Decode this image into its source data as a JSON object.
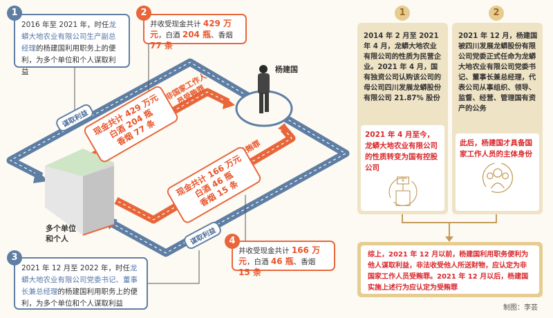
{
  "left": {
    "box1": {
      "num": "1",
      "pre": "2016 年至 2021 年，时任",
      "role": "龙蟒大地农业有限公司生产副总经理",
      "post": "的杨建国利用职务上的便利，为多个单位和个人谋取利益"
    },
    "box2": {
      "num": "2",
      "t1": "并收受现金共计 ",
      "v1": "429 万元",
      "t2": "，白酒 ",
      "v2": "204 瓶",
      "t3": "、香烟 ",
      "v4": "77 条"
    },
    "box3": {
      "num": "3",
      "pre": "2021 年 12 月至 2022 年，时任",
      "role": "龙蟒大地农业有限公司党委书记、董事长兼总经理",
      "post": "的杨建国利用职务上的便利，为多个单位和个人谋取利益"
    },
    "box4": {
      "num": "4",
      "t1": "并收受现金共计 ",
      "v1": "166 万元",
      "t2": "，白酒 ",
      "v2": "46 瓶",
      "t3": "、香烟 ",
      "v4": "15 条"
    },
    "person": "杨建国",
    "building": "多个单位和个人",
    "tag": "谋取利益",
    "crime1": "非国家工作人员受贿罪",
    "crime2": "受贿罪",
    "road1": [
      "现金共计 429 万元",
      "白酒 204 瓶",
      "香烟 77 条"
    ],
    "road2": [
      "现金共计 166 万元",
      "白酒 46 瓶",
      "香烟 15 条"
    ]
  },
  "right": {
    "col1": {
      "num": "1",
      "text": "2014 年 2 月至 2021 年 4 月，龙蟒大地农业有限公司的性质为民营企业。2021 年 4 月，国有独资公司认购该公司的母公司四川发展龙蟒股份有限公司 21.87% 股份",
      "result": "2021 年 4 月至今，龙蟒大地农业有限公司的性质转变为国有控股公司",
      "icon": "¥"
    },
    "col2": {
      "num": "2",
      "text": "2021 年 12 月，杨建国被四川发展龙蟒股份有限公司党委正式任命为龙蟒大地农业有限公司党委书记、董事长兼总经理，代表公司从事组织、领导、监督、经营、管理国有资产的公务",
      "result": "此后，杨建国才具备国家工作人员的主体身份"
    },
    "summary": "综上，2021 年 12 月以前，杨建国利用职务便利为他人谋取利益，非法收受他人所送财物，应认定为非国家工作人员受贿罪。2021 年 12 月以后，杨建国实施上述行为应认定为受贿罪",
    "credit": "制图：李芸"
  }
}
